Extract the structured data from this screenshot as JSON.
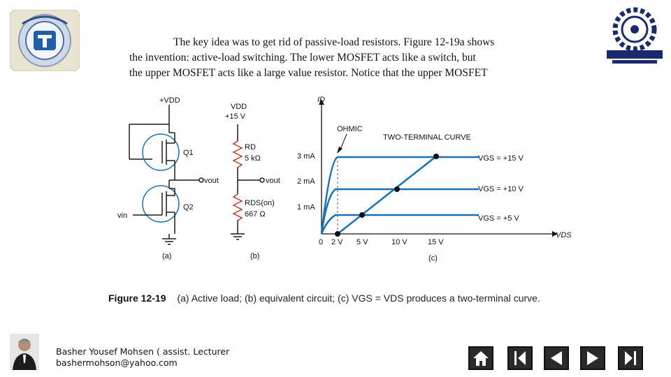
{
  "paragraph": {
    "lines": [
      "The key idea was to get rid of passive-load resistors. Figure 12-19a shows",
      "the invention: active-load switching. The lower MOSFET acts like a switch, but",
      "the upper MOSFET acts like a large value resistor. Notice that the upper MOSFET"
    ]
  },
  "figure": {
    "a": {
      "vdd": "+VDD",
      "q1": "Q1",
      "q2": "Q2",
      "vout": "vout",
      "vin": "vin",
      "panel": "(a)"
    },
    "b": {
      "vdd": "VDD",
      "vdd_value": "+15 V",
      "rd": "RD",
      "rd_value": "5 kΩ",
      "rds": "RDS(on)",
      "rds_value": "667 Ω",
      "vout": "vout",
      "panel": "(b)"
    },
    "c": {
      "y_axis": "ID",
      "x_axis": "VDS",
      "ohmic": "OHMIC",
      "two_terminal": "TWO-TERMINAL CURVE",
      "y_ticks": [
        "3 mA",
        "2 mA",
        "1 mA"
      ],
      "x_ticks": [
        "0",
        "2 V",
        "5 V",
        "10 V",
        "15 V"
      ],
      "curves": [
        "VGS = +15 V",
        "VGS = +10 V",
        "VGS = +5 V"
      ],
      "panel": "(c)"
    }
  },
  "caption": {
    "number": "Figure 12-19",
    "text": "(a) Active load; (b) equivalent circuit; (c) VGS = VDS produces a two-terminal curve."
  },
  "footer": {
    "line1": "Basher Yousef Mohsen ( assist. Lecturer",
    "line2": "bashermohson@yahoo.com"
  },
  "colors": {
    "curve": "#1a6fb5",
    "navy": "#1a2a6c"
  },
  "nav": [
    "home-icon",
    "first-icon",
    "previous-icon",
    "next-icon",
    "last-icon"
  ]
}
